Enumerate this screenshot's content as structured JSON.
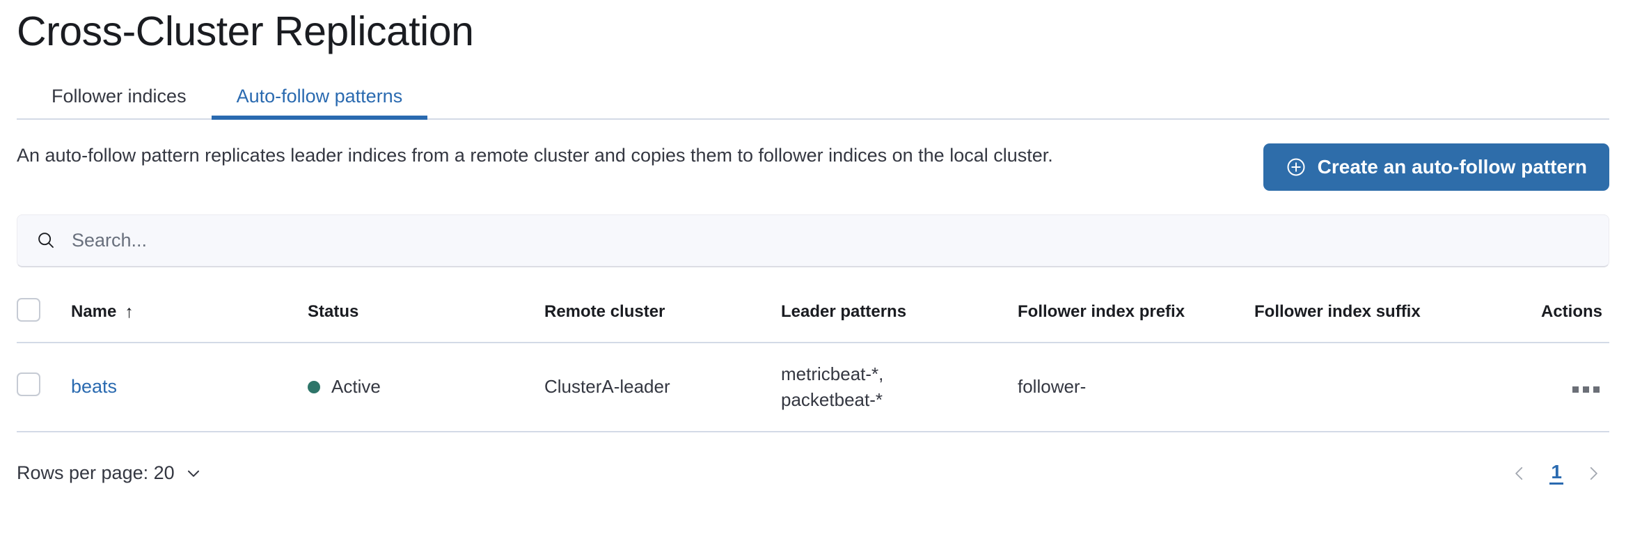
{
  "page": {
    "title": "Cross-Cluster Replication"
  },
  "tabs": [
    {
      "label": "Follower indices",
      "active": false
    },
    {
      "label": "Auto-follow patterns",
      "active": true
    }
  ],
  "intro": {
    "description": "An auto-follow pattern replicates leader indices from a remote cluster and copies them to follower indices on the local cluster.",
    "create_button_label": "Create an auto-follow pattern",
    "create_button_icon": "plus-in-circle-icon",
    "create_button_color": "#2e6daa"
  },
  "search": {
    "placeholder": "Search...",
    "value": "",
    "icon": "search-icon"
  },
  "table": {
    "columns": [
      "Name",
      "Status",
      "Remote cluster",
      "Leader patterns",
      "Follower index prefix",
      "Follower index suffix",
      "Actions"
    ],
    "sort": {
      "column": "Name",
      "direction": "ascending",
      "glyph": "↑"
    },
    "rows": [
      {
        "selected": false,
        "name": "beats",
        "status": "Active",
        "status_color": "#2e7569",
        "remote_cluster": "ClusterA-leader",
        "leader_patterns": "metricbeat-*,\npacketbeat-*",
        "follower_index_prefix": "follower-",
        "follower_index_suffix": "",
        "actions_icon": "ellipsis-horizontal-icon"
      }
    ]
  },
  "footer": {
    "rows_per_page_label": "Rows per page: 20",
    "rows_per_page_value": "20",
    "chevron_icon": "chevron-down-icon",
    "prev_icon": "chevron-left-icon",
    "next_icon": "chevron-right-icon",
    "current_page": "1",
    "accent_color": "#2a6ab0"
  }
}
